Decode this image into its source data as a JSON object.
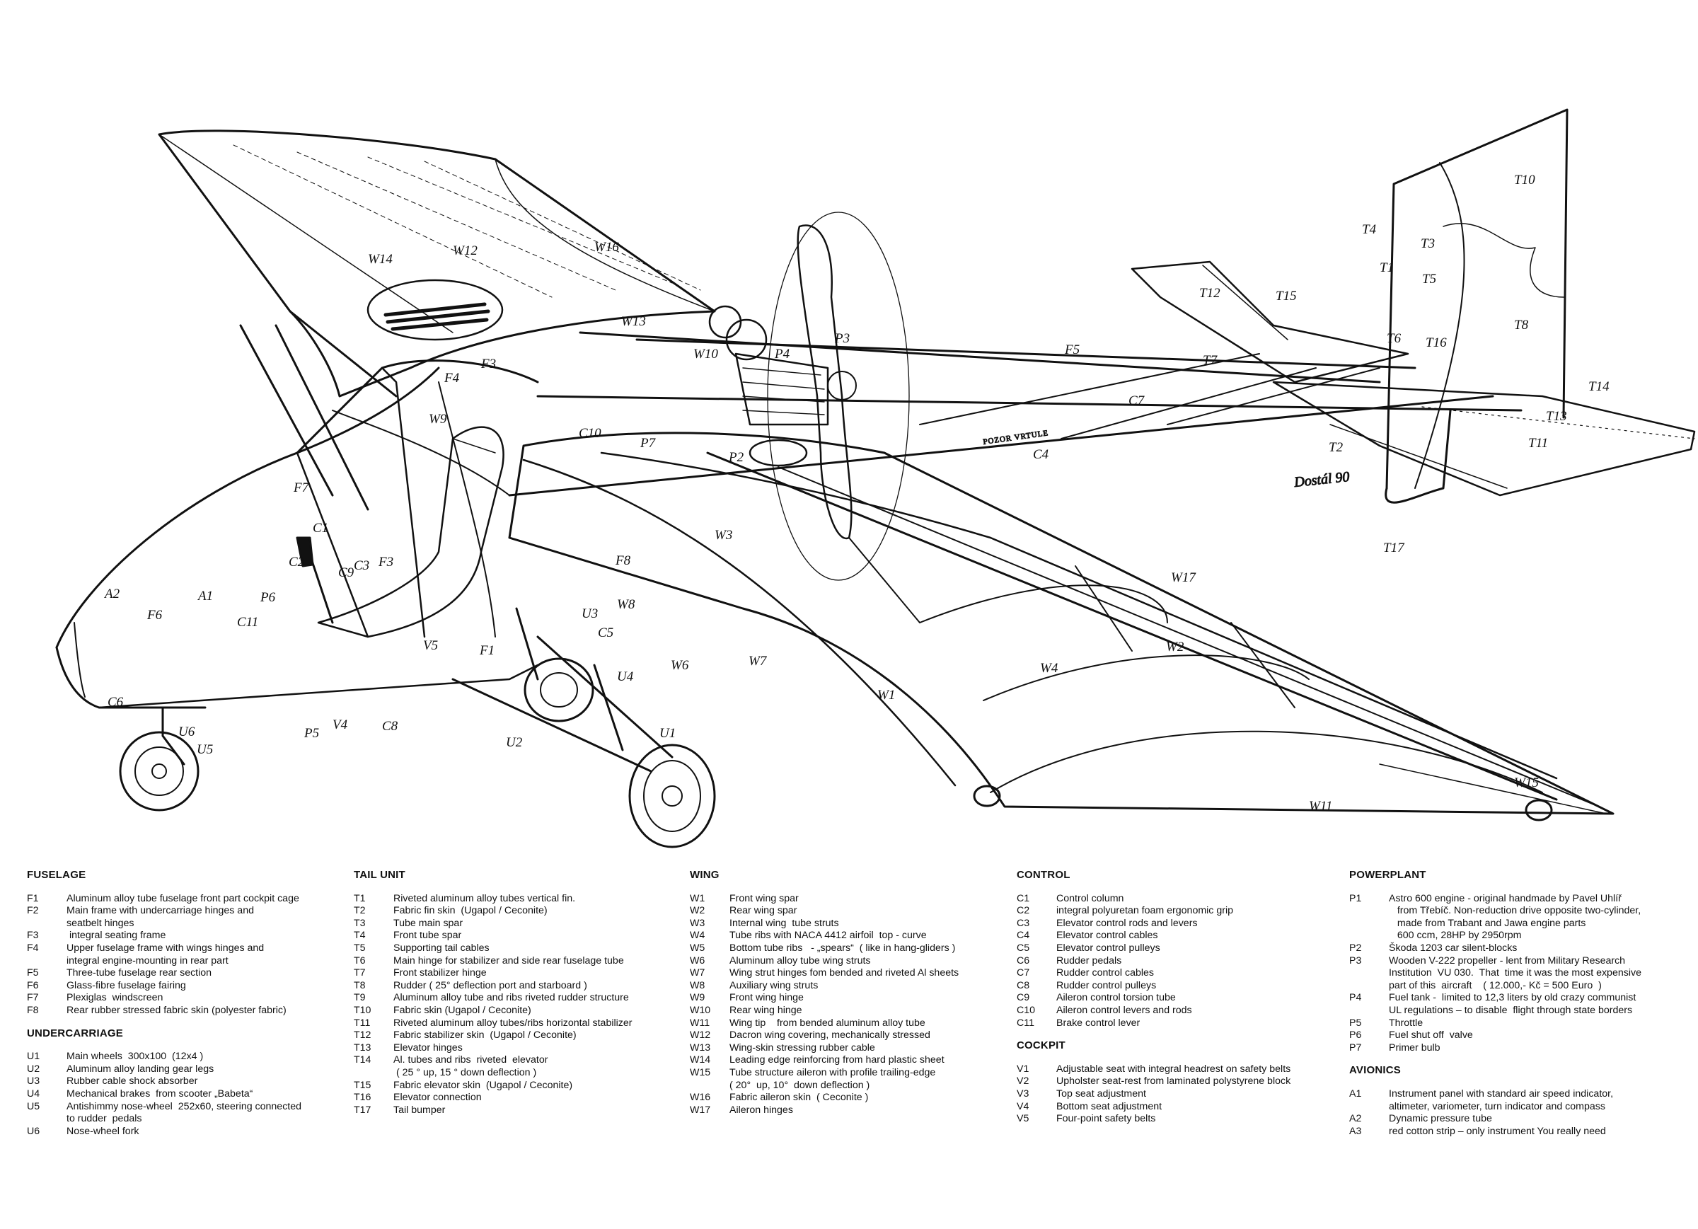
{
  "drawing": {
    "callouts": [
      {
        "code": "W14"
      },
      {
        "code": "W12"
      },
      {
        "code": "W16"
      },
      {
        "code": "W13"
      },
      {
        "code": "W10"
      },
      {
        "code": "P4"
      },
      {
        "code": "P3"
      },
      {
        "code": "F5"
      },
      {
        "code": "T12"
      },
      {
        "code": "T15"
      },
      {
        "code": "T4"
      },
      {
        "code": "T1"
      },
      {
        "code": "T3"
      },
      {
        "code": "T5"
      },
      {
        "code": "T10"
      },
      {
        "code": "T8"
      },
      {
        "code": "T7"
      },
      {
        "code": "T6"
      },
      {
        "code": "T16"
      },
      {
        "code": "T13"
      },
      {
        "code": "T14"
      },
      {
        "code": "T11"
      },
      {
        "code": "T2"
      },
      {
        "code": "T17"
      },
      {
        "code": "F3"
      },
      {
        "code": "F4"
      },
      {
        "code": "W9"
      },
      {
        "code": "C10"
      },
      {
        "code": "P7"
      },
      {
        "code": "P2"
      },
      {
        "code": "C4"
      },
      {
        "code": "C7"
      },
      {
        "code": "W3"
      },
      {
        "code": "F8"
      },
      {
        "code": "F7"
      },
      {
        "code": "C1"
      },
      {
        "code": "C2"
      },
      {
        "code": "C9"
      },
      {
        "code": "C3"
      },
      {
        "code": "F3"
      },
      {
        "code": "A2"
      },
      {
        "code": "A1"
      },
      {
        "code": "P6"
      },
      {
        "code": "F6"
      },
      {
        "code": "C11"
      },
      {
        "code": "W8"
      },
      {
        "code": "U3"
      },
      {
        "code": "C5"
      },
      {
        "code": "F1"
      },
      {
        "code": "V5"
      },
      {
        "code": "U4"
      },
      {
        "code": "W6"
      },
      {
        "code": "W7"
      },
      {
        "code": "W17"
      },
      {
        "code": "W2"
      },
      {
        "code": "W4"
      },
      {
        "code": "W1"
      },
      {
        "code": "C6"
      },
      {
        "code": "V4"
      },
      {
        "code": "P5"
      },
      {
        "code": "C8"
      },
      {
        "code": "U6"
      },
      {
        "code": "U5"
      },
      {
        "code": "U2"
      },
      {
        "code": "U1"
      },
      {
        "code": "W11"
      },
      {
        "code": "W15"
      }
    ],
    "signature": "Dostál 90",
    "strut_inscription": "POZOR VRTULE"
  },
  "sections": [
    {
      "title": "FUSELAGE",
      "items": [
        {
          "code": "F1",
          "text": "Aluminum alloy tube fuselage front part cockpit cage"
        },
        {
          "code": "F2",
          "text": "Main frame with undercarriage hinges and\nseatbelt hinges"
        },
        {
          "code": "F3",
          "text": " integral seating frame"
        },
        {
          "code": "F4",
          "text": "Upper fuselage frame with wings hinges and\nintegral engine-mounting in rear part"
        },
        {
          "code": "F5",
          "text": "Three-tube fuselage rear section"
        },
        {
          "code": "F6",
          "text": "Glass-fibre fuselage fairing"
        },
        {
          "code": "F7",
          "text": "Plexiglas  windscreen"
        },
        {
          "code": "F8",
          "text": "Rear rubber stressed fabric skin (polyester fabric)"
        }
      ],
      "sub_title": "UNDERCARRIAGE",
      "sub_items": [
        {
          "code": "U1",
          "text": "Main wheels  300x100  (12x4 )"
        },
        {
          "code": "U2",
          "text": "Aluminum alloy landing gear legs"
        },
        {
          "code": "U3",
          "text": "Rubber cable shock absorber"
        },
        {
          "code": "U4",
          "text": "Mechanical brakes  from scooter „Babeta“"
        },
        {
          "code": "U5",
          "text": "Antishimmy nose-wheel  252x60, steering connected\nto rudder  pedals"
        },
        {
          "code": "U6",
          "text": "Nose-wheel fork"
        }
      ]
    },
    {
      "title": "TAIL UNIT",
      "items": [
        {
          "code": "T1",
          "text": "Riveted aluminum alloy tubes vertical fin."
        },
        {
          "code": "T2",
          "text": "Fabric fin skin  (Ugapol / Ceconite)"
        },
        {
          "code": "T3",
          "text": "Tube main spar"
        },
        {
          "code": "T4",
          "text": "Front tube spar"
        },
        {
          "code": "T5",
          "text": "Supporting tail cables"
        },
        {
          "code": "T6",
          "text": "Main hinge for stabilizer and side rear fuselage tube"
        },
        {
          "code": "T7",
          "text": "Front stabilizer hinge"
        },
        {
          "code": "T8",
          "text": "Rudder ( 25° deflection port and starboard )"
        },
        {
          "code": "T9",
          "text": "Aluminum alloy tube and ribs riveted rudder structure"
        },
        {
          "code": "T10",
          "text": "Fabric skin (Ugapol / Ceconite)"
        },
        {
          "code": "T11",
          "text": "Riveted aluminum alloy tubes/ribs horizontal stabilizer"
        },
        {
          "code": "T12",
          "text": "Fabric stabilizer skin  (Ugapol / Ceconite)"
        },
        {
          "code": "T13",
          "text": "Elevator hinges"
        },
        {
          "code": "T14",
          "text": "Al. tubes and ribs  riveted  elevator\n ( 25 ° up, 15 ° down deflection )"
        },
        {
          "code": "T15",
          "text": "Fabric elevator skin  (Ugapol / Ceconite)"
        },
        {
          "code": "T16",
          "text": "Elevator connection"
        },
        {
          "code": "T17",
          "text": "Tail bumper"
        }
      ]
    },
    {
      "title": "WING",
      "items": [
        {
          "code": "W1",
          "text": "Front wing spar"
        },
        {
          "code": "W2",
          "text": "Rear wing spar"
        },
        {
          "code": "W3",
          "text": "Internal wing  tube struts"
        },
        {
          "code": "W4",
          "text": "Tube ribs with NACA 4412 airfoil  top - curve"
        },
        {
          "code": "W5",
          "text": "Bottom tube ribs   - „spears“  ( like in hang-gliders )"
        },
        {
          "code": "W6",
          "text": "Aluminum alloy tube wing struts"
        },
        {
          "code": "W7",
          "text": "Wing strut hinges fom bended and riveted Al sheets"
        },
        {
          "code": "W8",
          "text": "Auxiliary wing struts"
        },
        {
          "code": "W9",
          "text": "Front wing hinge"
        },
        {
          "code": "W10",
          "text": "Rear wing hinge"
        },
        {
          "code": "W11",
          "text": "Wing tip    from bended aluminum alloy tube"
        },
        {
          "code": "W12",
          "text": "Dacron wing covering, mechanically stressed"
        },
        {
          "code": "W13",
          "text": "Wing-skin stressing rubber cable"
        },
        {
          "code": "W14",
          "text": "Leading edge reinforcing from hard plastic sheet"
        },
        {
          "code": "W15",
          "text": "Tube structure aileron with profile trailing-edge\n( 20°  up, 10°  down deflection )"
        },
        {
          "code": "W16",
          "text": "Fabric aileron skin  ( Ceconite )"
        },
        {
          "code": "W17",
          "text": "Aileron hinges"
        }
      ]
    },
    {
      "title": "CONTROL",
      "items": [
        {
          "code": "C1",
          "text": "Control column"
        },
        {
          "code": "C2",
          "text": "integral polyuretan foam ergonomic grip"
        },
        {
          "code": "C3",
          "text": "Elevator control rods and levers"
        },
        {
          "code": "C4",
          "text": "Elevator control cables"
        },
        {
          "code": "C5",
          "text": "Elevator control pulleys"
        },
        {
          "code": "C6",
          "text": "Rudder pedals"
        },
        {
          "code": "C7",
          "text": "Rudder control cables"
        },
        {
          "code": "C8",
          "text": "Rudder control pulleys"
        },
        {
          "code": "C9",
          "text": "Aileron control torsion tube"
        },
        {
          "code": "C10",
          "text": "Aileron control levers and rods"
        },
        {
          "code": "C11",
          "text": "Brake control lever"
        }
      ],
      "sub_title": "COCKPIT",
      "sub_items": [
        {
          "code": "V1",
          "text": "Adjustable seat with integral headrest on safety belts"
        },
        {
          "code": "V2",
          "text": "Upholster seat-rest from laminated polystyrene block"
        },
        {
          "code": "V3",
          "text": "Top seat adjustment"
        },
        {
          "code": "V4",
          "text": "Bottom seat adjustment"
        },
        {
          "code": "V5",
          "text": "Four-point safety belts"
        }
      ]
    },
    {
      "title": "POWERPLANT",
      "items": [
        {
          "code": "P1",
          "text": "Astro 600 engine - original handmade by Pavel Uhlíř\n   from Třebíč. Non-reduction drive opposite two-cylinder,\n   made from Trabant and Jawa engine parts\n   600 ccm, 28HP by 2950rpm"
        },
        {
          "code": "P2",
          "text": "Škoda 1203 car silent-blocks"
        },
        {
          "code": "P3",
          "text": "Wooden V-222 propeller - lent from Military Research\nInstitution  VU 030.  That  time it was the most expensive\npart of this  aircraft    ( 12.000,- Kč = 500 Euro  )"
        },
        {
          "code": "P4",
          "text": "Fuel tank -  limited to 12,3 liters by old crazy communist\nUL regulations – to disable  flight through state borders"
        },
        {
          "code": "P5",
          "text": "Throttle"
        },
        {
          "code": "P6",
          "text": "Fuel shut off  valve"
        },
        {
          "code": "P7",
          "text": "Primer bulb"
        }
      ],
      "sub_title": "AVIONICS",
      "sub_items": [
        {
          "code": "A1",
          "text": "Instrument panel with standard air speed indicator,\naltimeter, variometer, turn indicator and compass"
        },
        {
          "code": "A2",
          "text": "Dynamic pressure tube"
        },
        {
          "code": "A3",
          "text": "red cotton strip – only instrument You really need"
        }
      ]
    }
  ]
}
